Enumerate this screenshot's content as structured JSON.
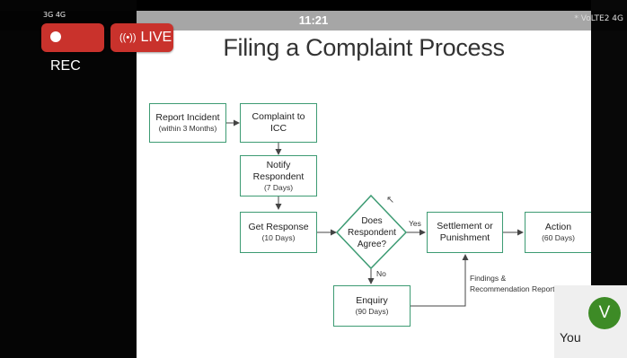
{
  "status_bar": {
    "signal_left": "3G 4G",
    "time": "11:21",
    "right_icons": "* VoLTE2 4G"
  },
  "recording": {
    "rec_label": "REC",
    "live_label": "LIVE"
  },
  "slide": {
    "title": "Filing a Complaint Process",
    "nodes": {
      "report": {
        "line1": "Report Incident",
        "line2": "(within 3 Months)"
      },
      "complaint": {
        "line1": "Complaint to",
        "line2": "ICC"
      },
      "notify": {
        "line1": "Notify Respondent",
        "line2": "(7 Days)"
      },
      "response": {
        "line1": "Get Response",
        "line2": "(10 Days)"
      },
      "decision": {
        "line1": "Does",
        "line2": "Respondent",
        "line3": "Agree?"
      },
      "settlement": {
        "line1": "Settlement or",
        "line2": "Punishment"
      },
      "action": {
        "line1": "Action",
        "line2": "(60 Days)"
      },
      "enquiry": {
        "line1": "Enquiry",
        "line2": "(90 Days)"
      }
    },
    "labels": {
      "yes": "Yes",
      "no": "No",
      "findings_line1": "Findings &",
      "findings_line2": "Recommendation Report"
    }
  },
  "participant": {
    "initial": "V",
    "name": "You"
  },
  "colors": {
    "node_border": "#3d9b73",
    "badge": "#c9322c",
    "avatar": "#3d8b26"
  }
}
